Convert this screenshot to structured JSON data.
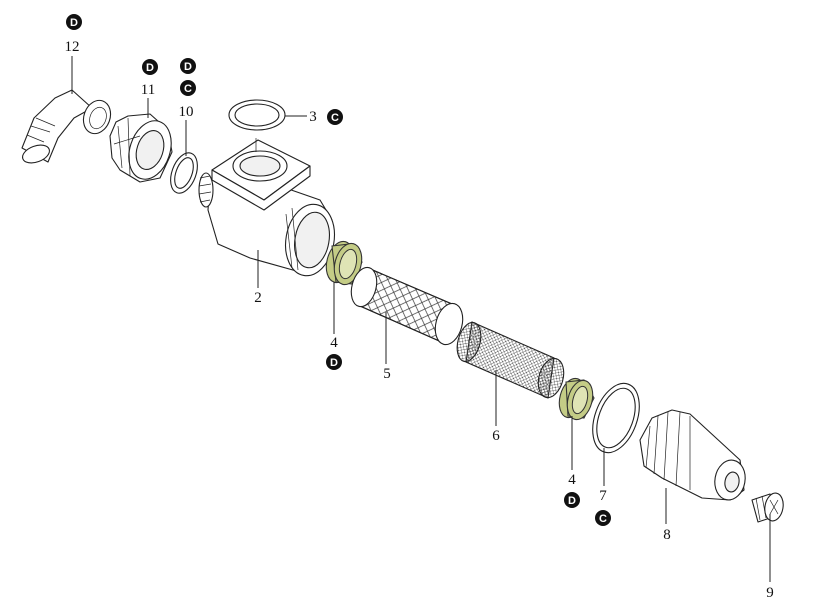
{
  "callouts": {
    "c1": "12",
    "c2": "11",
    "c3": "10",
    "c4": "3",
    "c5": "2",
    "c6": "4",
    "c7": "5",
    "c8": "6",
    "c9": "4",
    "c10": "7",
    "c11": "8",
    "c12": "9"
  },
  "badges": {
    "b1": "D",
    "b2": "D",
    "b3": "D",
    "b4": "C",
    "b5": "C",
    "b6": "D",
    "b7": "D",
    "b8": "C"
  },
  "colors": {
    "seal": "#c4cc86",
    "line": "#222222",
    "badge": "#111111"
  }
}
